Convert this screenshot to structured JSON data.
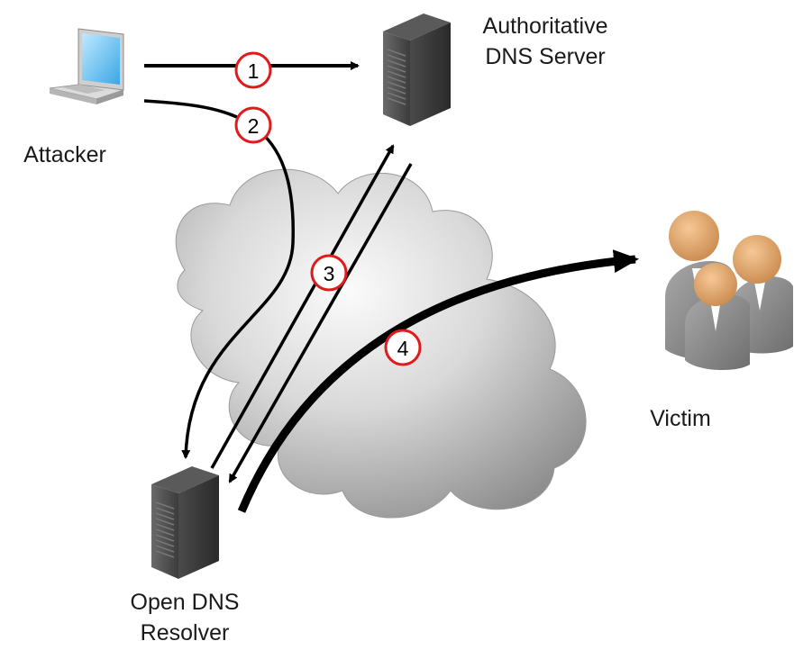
{
  "labels": {
    "attacker": "Attacker",
    "auth_server": [
      "Authoritative",
      "DNS Server"
    ],
    "resolver": [
      "Open DNS",
      "Resolver"
    ],
    "victim": "Victim"
  },
  "steps": [
    "1",
    "2",
    "3",
    "4"
  ],
  "icons": {
    "attacker": "laptop-icon",
    "auth_server": "server-tower-icon",
    "resolver": "server-tower-icon",
    "victim": "user-group-icon",
    "network": "cloud-icon"
  },
  "colors": {
    "step_ring": "#e01b1b",
    "arrow": "#000000",
    "cloud": "#bdbdbd",
    "server": "#3a3a3a",
    "skin": "#e8a968",
    "suit": "#8a8a8a"
  }
}
